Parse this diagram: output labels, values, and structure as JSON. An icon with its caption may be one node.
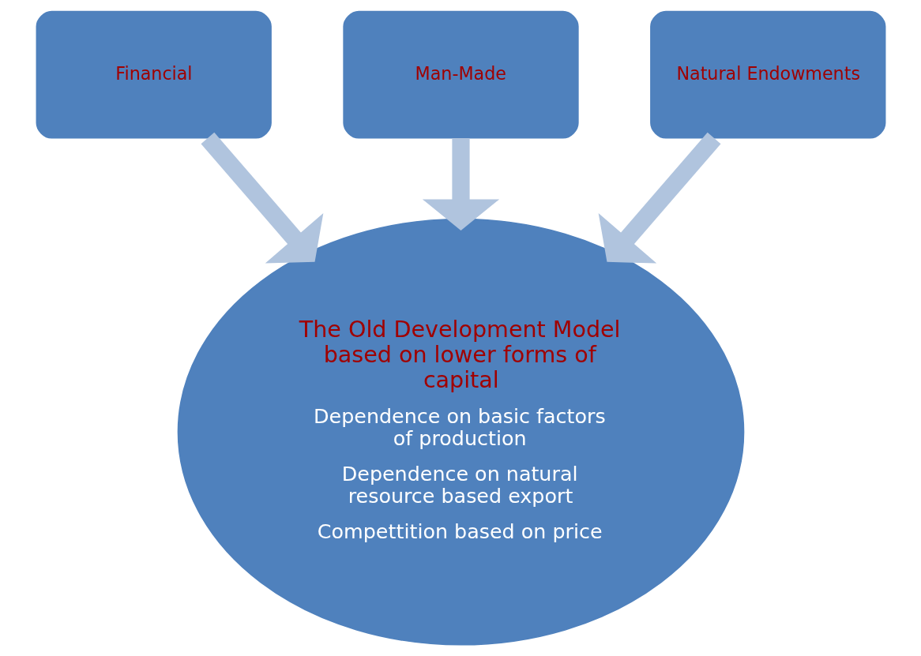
{
  "diagram": {
    "nodes": [
      {
        "text": [
          "Financial"
        ]
      },
      {
        "text": [
          "Man-Made"
        ]
      },
      {
        "text": [
          "Natural Endowments"
        ]
      },
      {
        "text": [
          "The Old Development Model based on lower forms of capital",
          "Dependence on basic factors of production",
          "Dependence on natural resource based export",
          "Compettition based on price"
        ]
      }
    ],
    "edges": [
      {
        "from": 0,
        "to": 3,
        "arrow": "to"
      },
      {
        "from": 1,
        "to": 3,
        "arrow": "to"
      },
      {
        "from": 2,
        "to": 3,
        "arrow": "to"
      }
    ]
  }
}
